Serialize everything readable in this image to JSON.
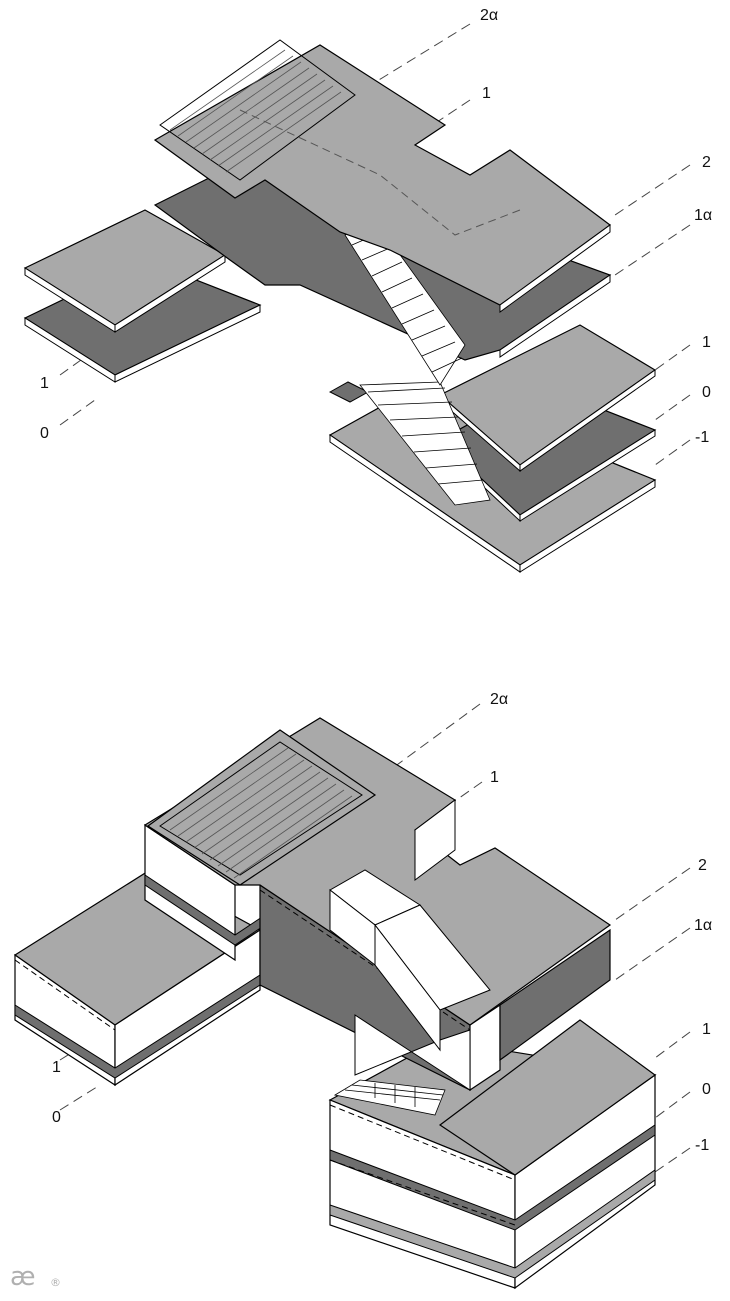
{
  "colors": {
    "light_slab": "#a9a9a9",
    "dark_slab": "#6f6f6f",
    "edge": "#000000",
    "wall": "#ffffff",
    "logo": "#b0b0b0"
  },
  "top_diagram": {
    "labels": {
      "level_2a": "2α",
      "level_1_upper": "1",
      "level_2": "2",
      "level_1a": "1α",
      "level_1_right": "1",
      "level_0_right": "0",
      "level_minus1": "-1",
      "level_1_left": "1",
      "level_0_left": "0"
    }
  },
  "bottom_diagram": {
    "labels": {
      "level_2a": "2α",
      "level_1_upper": "1",
      "level_2": "2",
      "level_1a": "1α",
      "level_1_right": "1",
      "level_0_right": "0",
      "level_minus1": "-1",
      "level_1_left": "1",
      "level_0_left": "0"
    }
  },
  "logo": {
    "mark": "æ",
    "registered": "®"
  }
}
